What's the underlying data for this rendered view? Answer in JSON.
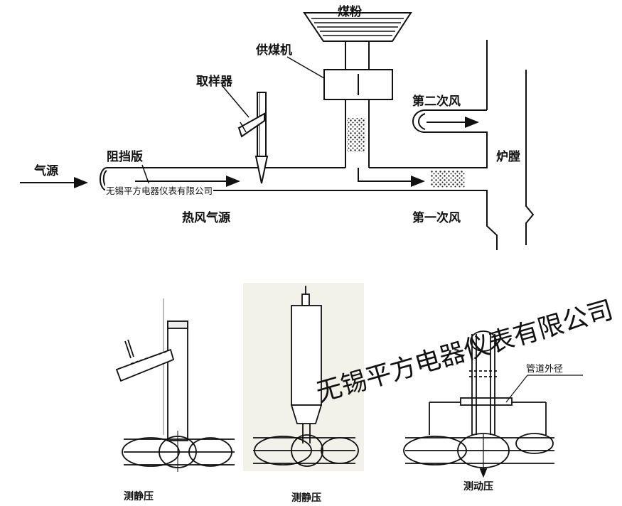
{
  "labels": {
    "coal_powder": "煤粉",
    "coal_feeder": "供煤机",
    "sampler": "取样器",
    "secondary_air": "第二次风",
    "furnace": "炉膛",
    "air_source": "气源",
    "baffle": "阻挡版",
    "hot_air_source": "热风气源",
    "primary_air": "第一次风",
    "pipe_outer_diameter": "管道外径",
    "static_pressure_left": "测静压",
    "static_pressure_mid": "测静压",
    "dynamic_pressure": "测动压"
  },
  "watermark": {
    "small": "无锡平方电器仪表有限公司",
    "large": "无锡平方电器仪表有限公司"
  },
  "colors": {
    "line": "#111111",
    "panel_bg": "#f3f2ea"
  }
}
